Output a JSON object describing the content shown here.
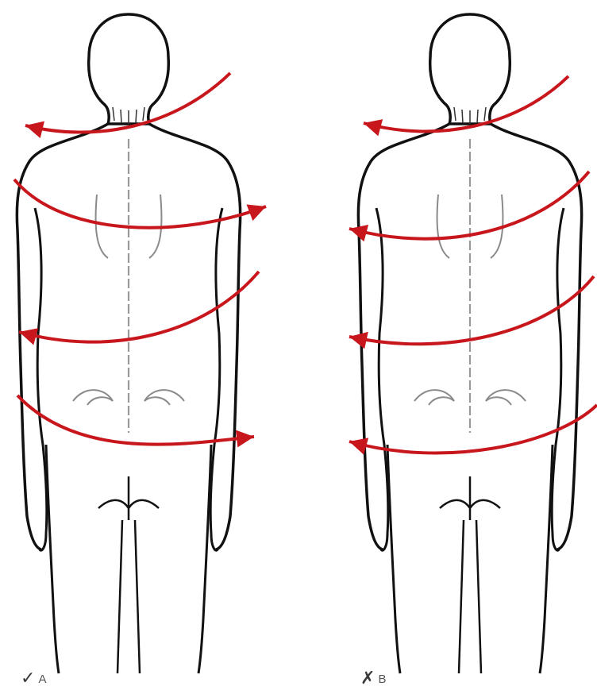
{
  "colors": {
    "outline": "#111111",
    "detail": "#8a8a8a",
    "arrow": "#c8161d",
    "background": "#ffffff"
  },
  "figures": [
    {
      "id": "A",
      "mark": "✓",
      "mark_icon": "check-mark-icon",
      "label": "A",
      "arrows": [
        {
          "direction": "left"
        },
        {
          "direction": "right"
        },
        {
          "direction": "left"
        },
        {
          "direction": "right"
        }
      ]
    },
    {
      "id": "B",
      "mark": "✗",
      "mark_icon": "cross-mark-icon",
      "label": "B",
      "arrows": [
        {
          "direction": "left"
        },
        {
          "direction": "left"
        },
        {
          "direction": "left"
        },
        {
          "direction": "left"
        }
      ]
    }
  ]
}
